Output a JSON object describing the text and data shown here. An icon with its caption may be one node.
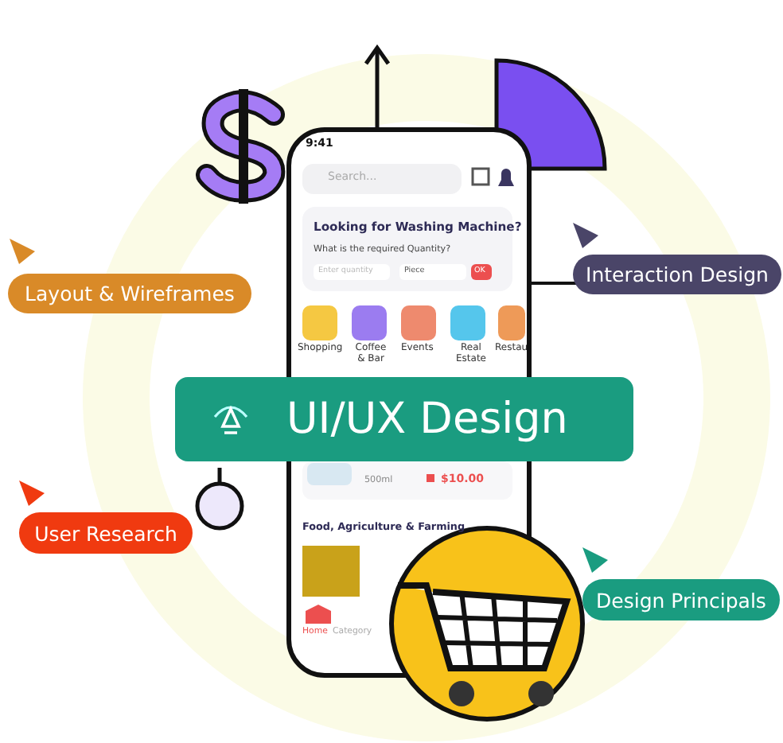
{
  "diagram": {
    "nodes": [
      {
        "text": [
          "UI/UX Design"
        ]
      },
      {
        "text": [
          "Layout & Wireframes"
        ]
      },
      {
        "text": [
          "Interaction Design"
        ]
      },
      {
        "text": [
          "User Research"
        ]
      },
      {
        "text": [
          "Design Principals"
        ]
      }
    ],
    "labels": [
      "9:41",
      "Search...",
      "Looking for Washing Machine?",
      "What is the required Quantity?",
      "Enter quantity",
      "Piece",
      "OK",
      "Shopping",
      "Coffee & Bar",
      "Events",
      "Real Estate",
      "Restau",
      "500ml",
      "$10.00",
      "Food, Agriculture & Farming",
      "Home",
      "Category"
    ]
  }
}
